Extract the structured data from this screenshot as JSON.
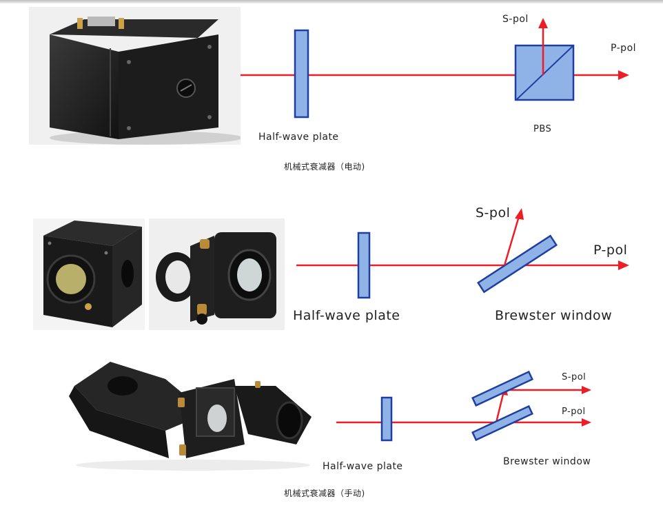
{
  "colors": {
    "beam": "#ee1c24",
    "optic_fill": "#8fb3e6",
    "optic_stroke": "#1f3fa0",
    "label": "#111111",
    "photo_bg": "#f2f2f2",
    "device_body": "#1d1d1d"
  },
  "section1": {
    "half_wave_label": "Half-wave plate",
    "pbs_label": "PBS",
    "s_pol_label": "S-pol",
    "p_pol_label": "P-pol",
    "caption": "机械式衰减器（电动)"
  },
  "section2": {
    "half_wave_label": "Half-wave plate",
    "brewster_label": "Brewster window",
    "s_pol_label": "S-pol",
    "p_pol_label": "P-pol"
  },
  "section3": {
    "half_wave_label": "Half-wave plate",
    "brewster_label": "Brewster window",
    "s_pol_label": "S-pol",
    "p_pol_label": "P-pol",
    "caption": "机械式衰减器（手动)"
  }
}
